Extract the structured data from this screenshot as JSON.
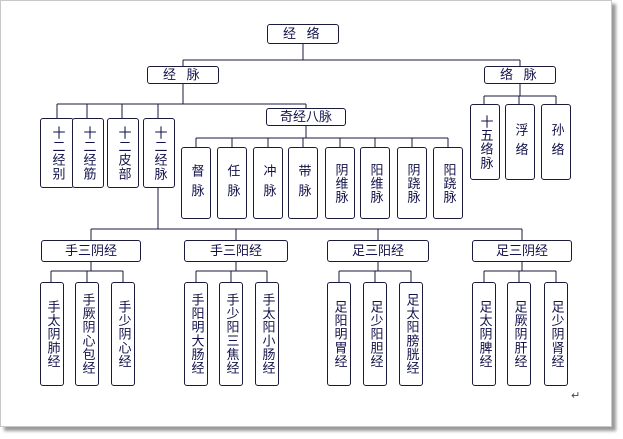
{
  "root": "经 络",
  "jingmai": "经 脉",
  "luomai": "络 脉",
  "shier_jingbie": "十二经别",
  "shier_jingjin": "十二经筋",
  "shier_pibu": "十二皮部",
  "shier_jingmai": "十二经脉",
  "qijing_bamai": "奇经八脉",
  "qijing": [
    "督脉",
    "任脉",
    "冲脉",
    "带脉",
    "阴维脉",
    "阳维脉",
    "阴跷脉",
    "阳跷脉"
  ],
  "luo_children": [
    "十五络脉",
    "浮络",
    "孙络"
  ],
  "groups": [
    {
      "label": "手三阴经",
      "items": [
        "手太阴肺经",
        "手厥阴心包经",
        "手少阴心经"
      ]
    },
    {
      "label": "手三阳经",
      "items": [
        "手阳明大肠经",
        "手少阳三焦经",
        "手太阳小肠经"
      ]
    },
    {
      "label": "足三阳经",
      "items": [
        "足阳明胃经",
        "足少阳胆经",
        "足太阳膀胱经"
      ]
    },
    {
      "label": "足三阴经",
      "items": [
        "足太阴脾经",
        "足厥阴肝经",
        "足少阴肾经"
      ]
    }
  ],
  "colors": {
    "line": "#1a1a3c",
    "text": "#12124a"
  },
  "end_mark": "↵"
}
